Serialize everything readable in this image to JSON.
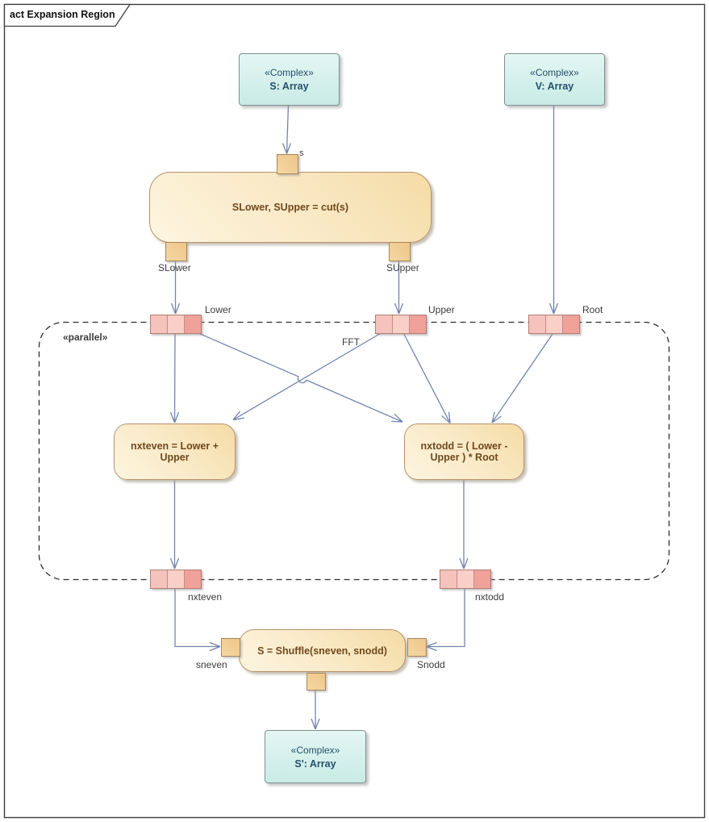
{
  "frame": {
    "title": "act Expansion Region"
  },
  "object_nodes": [
    {
      "stereotype": "«Complex»",
      "name": "S: Array"
    },
    {
      "stereotype": "«Complex»",
      "name": "V: Array"
    },
    {
      "stereotype": "«Complex»",
      "name": "S': Array"
    }
  ],
  "actions": [
    {
      "label": "SLower, SUpper = cut(s)"
    },
    {
      "label": "nxteven = Lower + Upper"
    },
    {
      "label": "nxtodd = ( Lower - Upper ) * Root"
    },
    {
      "label": "S = Shuffle(sneven, snodd)"
    }
  ],
  "pins": {
    "s": "s",
    "slower": "SLower",
    "supper": "SUpper",
    "sneven": "sneven",
    "snodd": "Snodd"
  },
  "expansion_region": {
    "keyword": "«parallel»"
  },
  "expansion_nodes": {
    "lower": "Lower",
    "upper": "Upper",
    "root": "Root",
    "nxteven": "nxteven",
    "nxtodd": "nxtodd"
  },
  "edge_labels": {
    "fft": "FFT"
  },
  "colors": {
    "connector": "#7484ad",
    "object_fill": "#d4efeb",
    "object_border": "#818f8f",
    "action_fill": "#f9e8c4",
    "action_border": "#b9916b",
    "action_text": "#70491c",
    "object_text": "#26506b",
    "pin_fill": "#f1cf9b",
    "expansion_cells": [
      "#f5c3bc",
      "#f9cfc8",
      "#efa19a"
    ],
    "expansion_border": "#b27d74",
    "region_border": "#2e2e2e",
    "label_text": "#3b3b3b"
  }
}
